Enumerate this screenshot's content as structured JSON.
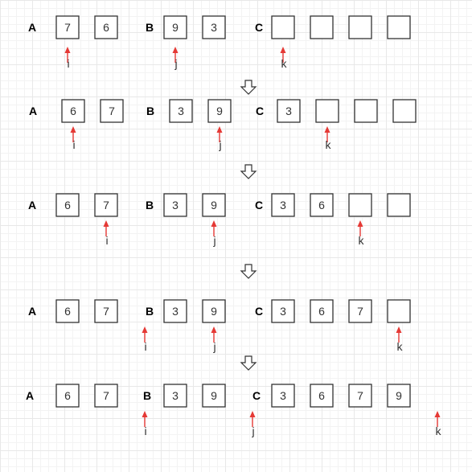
{
  "diagram": {
    "pointer_color": "#e53935",
    "box_border_color": "#333333",
    "step_arrow_icon": "down-arrow-outline-icon",
    "steps": [
      {
        "arrays": [
          {
            "label": "A",
            "cells": [
              "7",
              "6"
            ]
          },
          {
            "label": "B",
            "cells": [
              "9",
              "3"
            ]
          },
          {
            "label": "C",
            "cells": [
              "",
              "",
              "",
              ""
            ]
          }
        ],
        "pointers": [
          {
            "label": "i",
            "array": "A",
            "index": 0
          },
          {
            "label": "j",
            "array": "B",
            "index": 0
          },
          {
            "label": "k",
            "array": "C",
            "index": 0
          }
        ]
      },
      {
        "arrays": [
          {
            "label": "A",
            "cells": [
              "6",
              "7"
            ]
          },
          {
            "label": "B",
            "cells": [
              "3",
              "9"
            ]
          },
          {
            "label": "C",
            "cells": [
              "3",
              "",
              "",
              ""
            ]
          }
        ],
        "pointers": [
          {
            "label": "i",
            "array": "A",
            "index": 0
          },
          {
            "label": "j",
            "array": "B",
            "index": 1
          },
          {
            "label": "k",
            "array": "C",
            "index": 1
          }
        ]
      },
      {
        "arrays": [
          {
            "label": "A",
            "cells": [
              "6",
              "7"
            ]
          },
          {
            "label": "B",
            "cells": [
              "3",
              "9"
            ]
          },
          {
            "label": "C",
            "cells": [
              "3",
              "6",
              "",
              ""
            ]
          }
        ],
        "pointers": [
          {
            "label": "i",
            "array": "A",
            "index": 1
          },
          {
            "label": "j",
            "array": "B",
            "index": 1
          },
          {
            "label": "k",
            "array": "C",
            "index": 2
          }
        ]
      },
      {
        "arrays": [
          {
            "label": "A",
            "cells": [
              "6",
              "7"
            ]
          },
          {
            "label": "B",
            "cells": [
              "3",
              "9"
            ]
          },
          {
            "label": "C",
            "cells": [
              "3",
              "6",
              "7",
              ""
            ]
          }
        ],
        "pointers": [
          {
            "label": "i",
            "array": "A",
            "index": 2
          },
          {
            "label": "j",
            "array": "B",
            "index": 1
          },
          {
            "label": "k",
            "array": "C",
            "index": 3
          }
        ]
      },
      {
        "arrays": [
          {
            "label": "A",
            "cells": [
              "6",
              "7"
            ]
          },
          {
            "label": "B",
            "cells": [
              "3",
              "9"
            ]
          },
          {
            "label": "C",
            "cells": [
              "3",
              "6",
              "7",
              "9"
            ]
          }
        ],
        "pointers": [
          {
            "label": "i",
            "array": "A",
            "index": 2
          },
          {
            "label": "j",
            "array": "B",
            "index": 2
          },
          {
            "label": "k",
            "array": "C",
            "index": 4
          }
        ]
      }
    ]
  }
}
